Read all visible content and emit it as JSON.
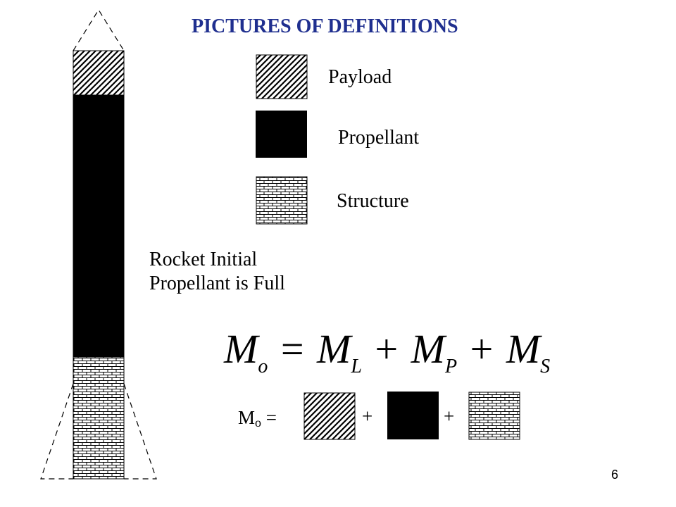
{
  "title": "PICTURES OF DEFINITIONS",
  "legend": {
    "payload": {
      "label": "Payload",
      "pattern": "hatch"
    },
    "propellant": {
      "label": "Propellant",
      "pattern": "solid"
    },
    "structure": {
      "label": "Structure",
      "pattern": "brick"
    }
  },
  "caption": {
    "line1": "Rocket Initial",
    "line2": "Propellant is Full"
  },
  "equation": {
    "lhs": "M",
    "lhs_sub": "o",
    "op_eq": "=",
    "t1": "M",
    "t1_sub": "L",
    "op_plus": "+",
    "t2": "M",
    "t2_sub": "P",
    "t3": "M",
    "t3_sub": "S"
  },
  "picture_equation": {
    "lhs": "M",
    "lhs_sub": "o",
    "equals": "=",
    "plus": "+"
  },
  "page_number": "6",
  "colors": {
    "title": "#1f2f8f",
    "ink": "#000000"
  }
}
